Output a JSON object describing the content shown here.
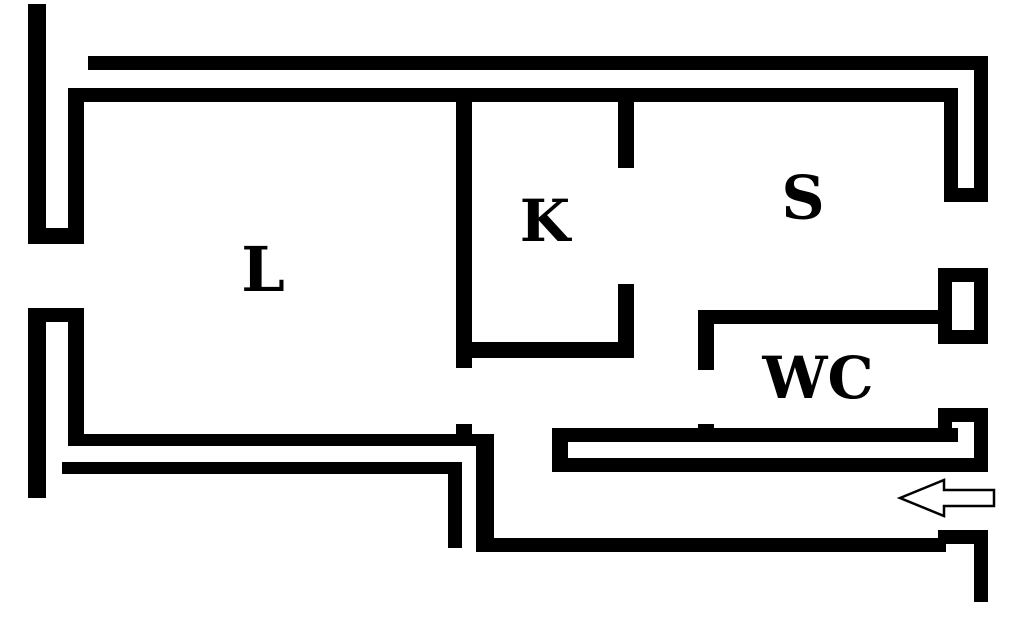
{
  "rooms": [
    {
      "id": "living",
      "label": "L"
    },
    {
      "id": "kitchen",
      "label": "K"
    },
    {
      "id": "sleeping",
      "label": "S"
    },
    {
      "id": "toilet",
      "label": "WC"
    }
  ],
  "entrance": {
    "icon": "arrow-left-icon"
  },
  "colors": {
    "wall": "#000000",
    "background": "#ffffff"
  }
}
